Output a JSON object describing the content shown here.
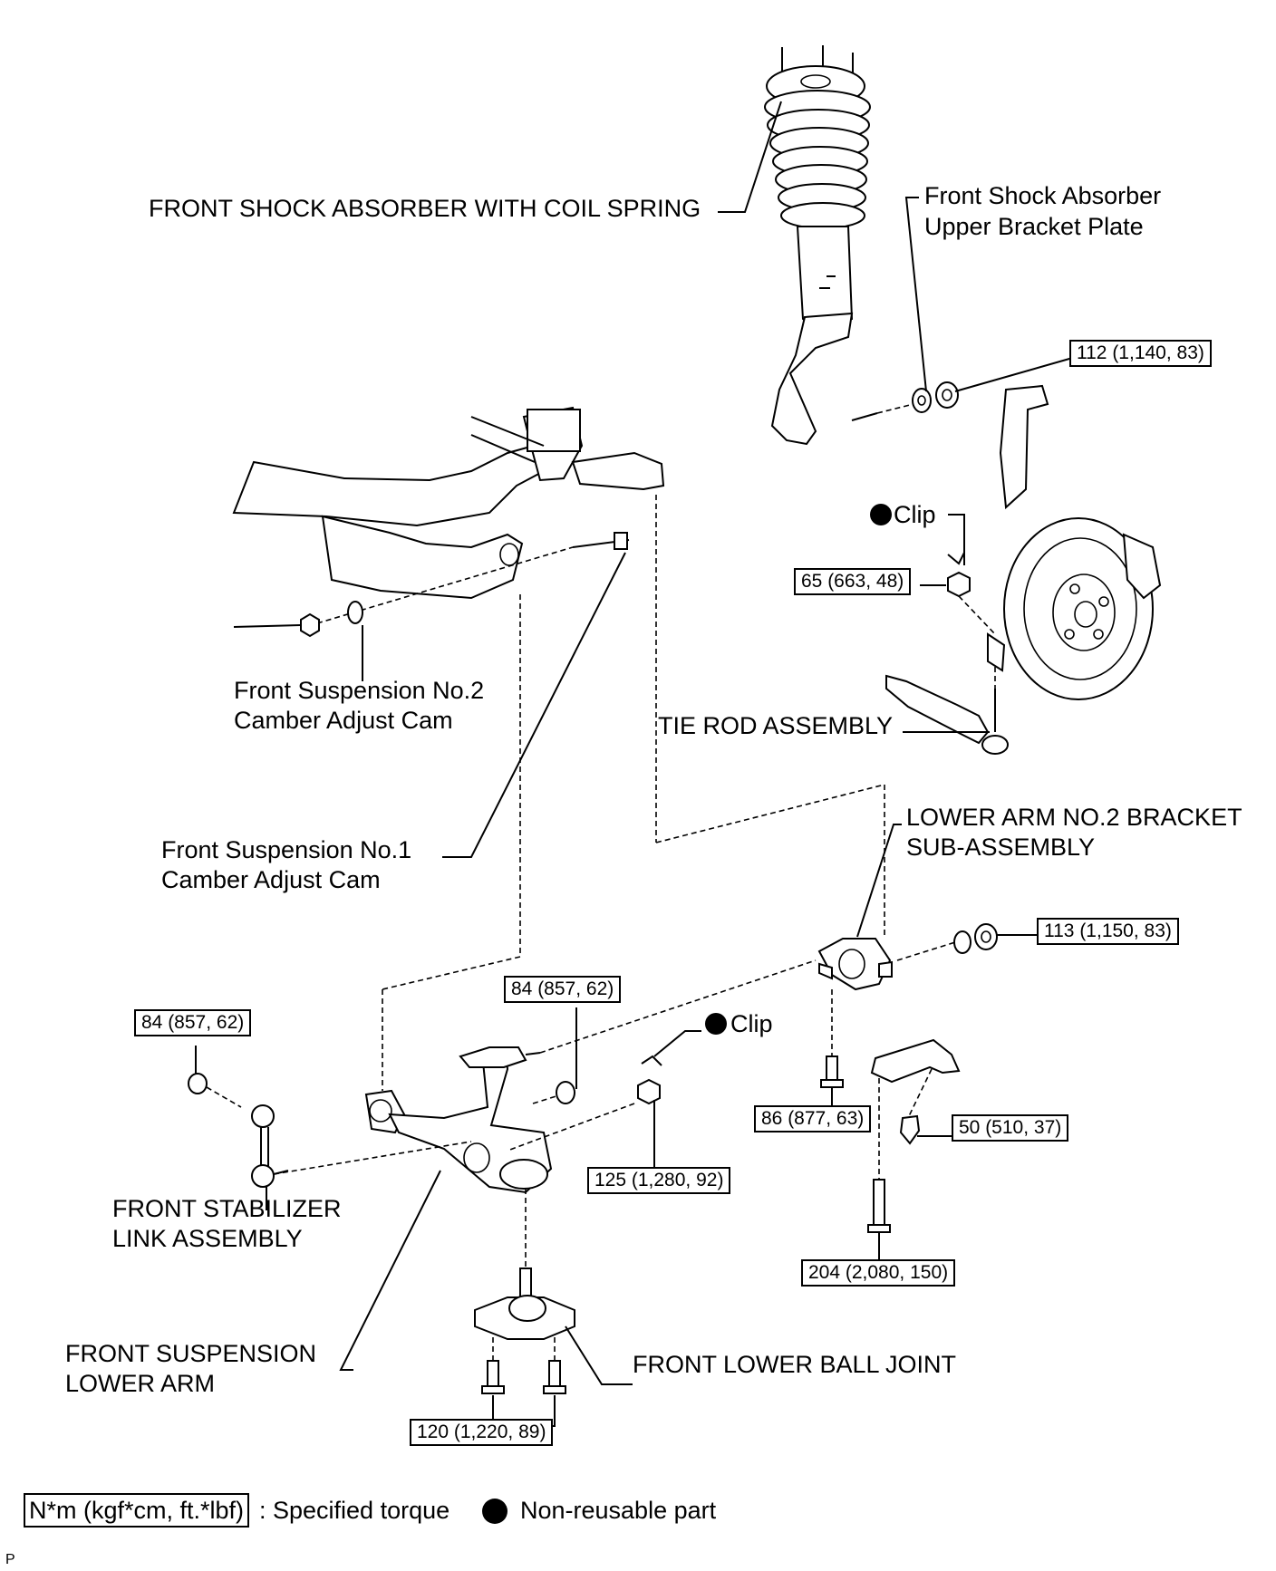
{
  "labels": {
    "shock": "FRONT SHOCK ABSORBER WITH COIL SPRING",
    "upper_bracket_1": "Front Shock Absorber",
    "upper_bracket_2": "Upper Bracket Plate",
    "camber2_1": "Front Suspension No.2",
    "camber2_2": "Camber Adjust Cam",
    "tie_rod": "TIE ROD ASSEMBLY",
    "clip_upper": "Clip",
    "clip_lower": "Clip",
    "lower_bracket_1": "LOWER ARM NO.2 BRACKET",
    "lower_bracket_2": "SUB-ASSEMBLY",
    "camber1_1": "Front Suspension No.1",
    "camber1_2": "Camber Adjust Cam",
    "stabilizer_1": "FRONT STABILIZER",
    "stabilizer_2": "LINK ASSEMBLY",
    "lower_arm_1": "FRONT SUSPENSION",
    "lower_arm_2": "LOWER ARM",
    "ball_joint": "FRONT LOWER BALL JOINT"
  },
  "torques": {
    "t112": "112 (1,140, 83)",
    "t65": "65 (663, 48)",
    "t113": "113 (1,150, 83)",
    "t84_right": "84 (857, 62)",
    "t84_left": "84 (857, 62)",
    "t86": "86 (877, 63)",
    "t50": "50 (510, 37)",
    "t125": "125 (1,280, 92)",
    "t204": "204 (2,080, 150)",
    "t120": "120 (1,220, 89)"
  },
  "legend": {
    "unit": "N*m (kgf*cm, ft.*lbf)",
    "specified": ": Specified torque",
    "nonreusable": "Non-reusable part"
  },
  "corner_mark": "P"
}
